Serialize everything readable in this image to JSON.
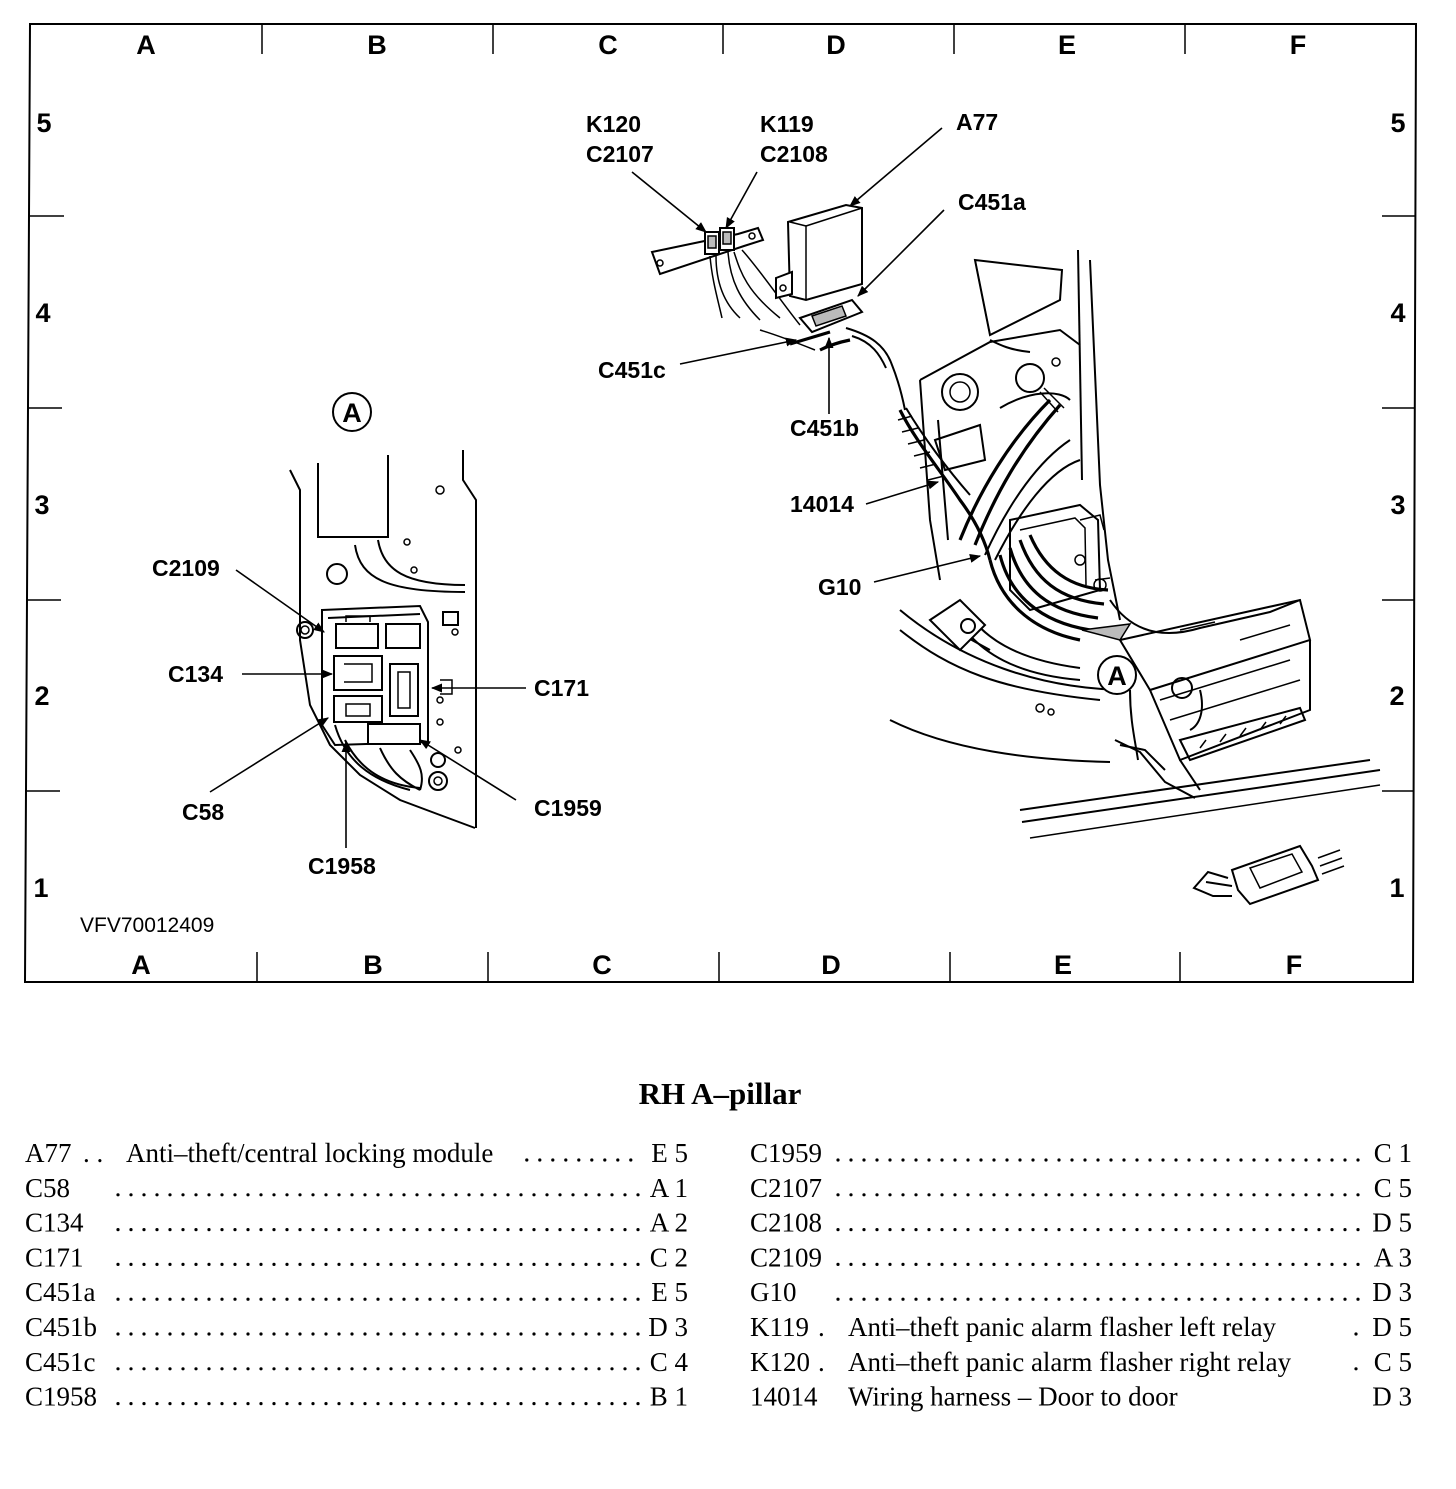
{
  "grid": {
    "columns": [
      "A",
      "B",
      "C",
      "D",
      "E",
      "F"
    ],
    "rows": [
      "5",
      "4",
      "3",
      "2",
      "1"
    ]
  },
  "figure_id": "VFV70012409",
  "view_marker": "A",
  "callouts": {
    "k120": "K120",
    "c2107": "C2107",
    "k119": "K119",
    "c2108": "C2108",
    "a77": "A77",
    "c451a": "C451a",
    "c451c": "C451c",
    "c451b": "C451b",
    "h14014": "14014",
    "g10": "G10",
    "c2109": "C2109",
    "c134": "C134",
    "c171": "C171",
    "c58": "C58",
    "c1959": "C1959",
    "c1958": "C1958"
  },
  "title": "RH A–pillar",
  "legend": {
    "left": [
      {
        "code": "A77",
        "sep": " . . ",
        "desc": "Anti–theft/central locking module",
        "loc": "E 5"
      },
      {
        "code": "C58",
        "sep": "",
        "desc": "",
        "loc": "A 1"
      },
      {
        "code": "C134",
        "sep": "",
        "desc": "",
        "loc": "A 2"
      },
      {
        "code": "C171",
        "sep": "",
        "desc": "",
        "loc": "C 2"
      },
      {
        "code": "C451a",
        "sep": "",
        "desc": "",
        "loc": "E 5"
      },
      {
        "code": "C451b",
        "sep": "",
        "desc": "",
        "loc": "D 3"
      },
      {
        "code": "C451c",
        "sep": "",
        "desc": "",
        "loc": "C 4"
      },
      {
        "code": "C1958",
        "sep": "",
        "desc": "",
        "loc": "B 1"
      }
    ],
    "right": [
      {
        "code": "C1959",
        "sep": "",
        "desc": "",
        "loc": "C 1"
      },
      {
        "code": "C2107",
        "sep": "",
        "desc": "",
        "loc": "C 5"
      },
      {
        "code": "C2108",
        "sep": "",
        "desc": "",
        "loc": "D 5"
      },
      {
        "code": "C2109",
        "sep": "",
        "desc": "",
        "loc": "A 3"
      },
      {
        "code": "G10",
        "sep": "",
        "desc": "",
        "loc": "D 3"
      },
      {
        "code": "K119",
        "sep": " . ",
        "desc": "Anti–theft panic alarm flasher left relay",
        "loc": "D 5"
      },
      {
        "code": "K120",
        "sep": " . ",
        "desc": "Anti–theft panic alarm flasher right relay",
        "loc": "C 5"
      },
      {
        "code": "14014",
        "sep": "",
        "desc": "Wiring harness – Door to door",
        "loc": "D 3"
      }
    ]
  }
}
